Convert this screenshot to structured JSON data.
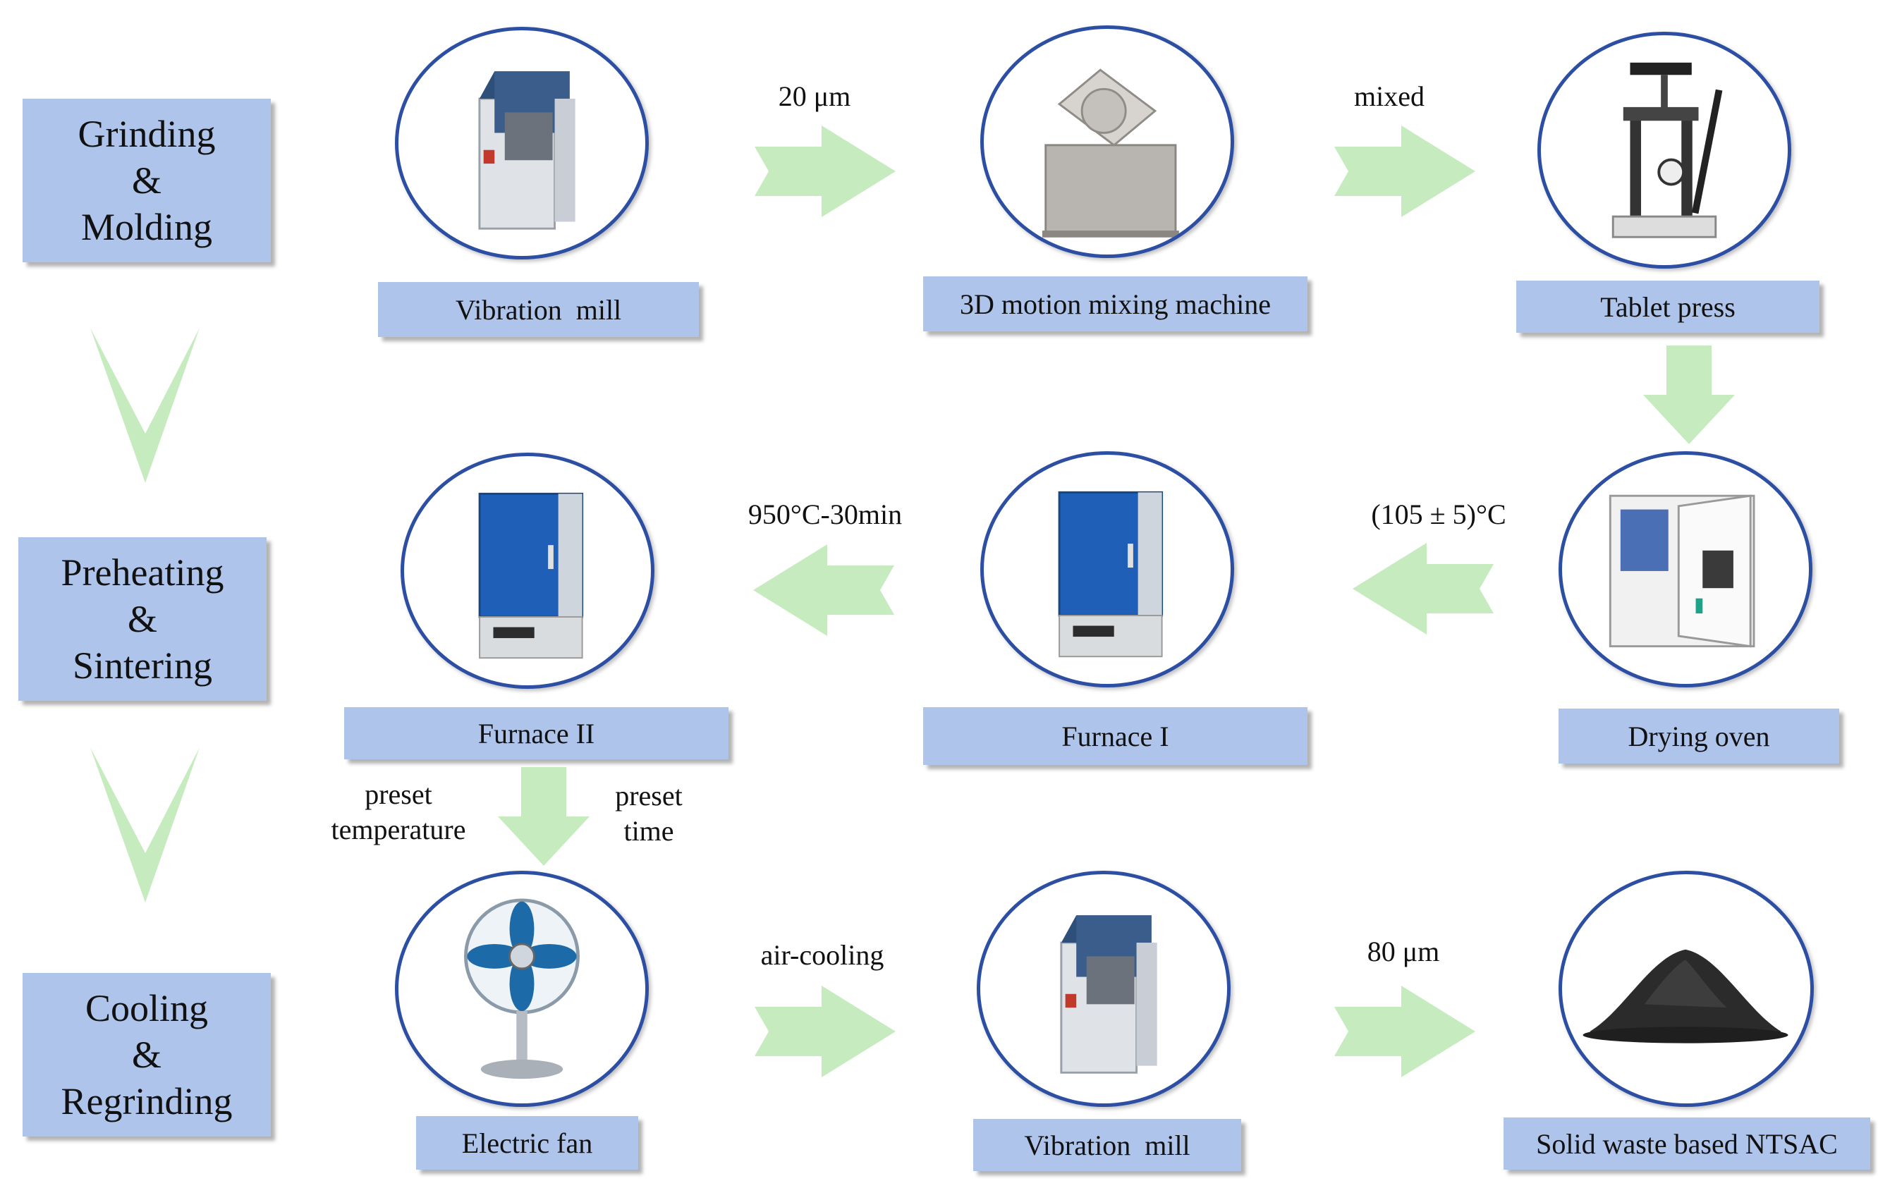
{
  "stages": [
    {
      "line1": "Grinding",
      "line2": "&",
      "line3": "Molding"
    },
    {
      "line1": "Preheating",
      "line2": "&",
      "line3": "Sintering"
    },
    {
      "line1": "Cooling",
      "line2": "&",
      "line3": "Regrinding"
    }
  ],
  "equipment": {
    "vibration_mill_1": "Vibration  mill",
    "mixer": "3D motion mixing machine",
    "tablet_press": "Tablet press",
    "drying_oven": "Drying oven",
    "furnace_1": "Furnace I",
    "furnace_2": "Furnace II",
    "electric_fan": "Electric fan",
    "vibration_mill_2": "Vibration  mill",
    "product": "Solid waste based NTSAC"
  },
  "conditions": {
    "mill_to_mixer": "20 μm",
    "mixer_to_press": "mixed",
    "oven_to_furnace1": "(105 ± 5)°C",
    "furnace1_to_furnace2": "950°C-30min",
    "preset_temperature_line1": "preset",
    "preset_temperature_line2": "temperature",
    "preset_time_line1": "preset",
    "preset_time_line2": "time",
    "fan_to_mill": "air-cooling",
    "mill_to_product": "80 μm"
  },
  "colors": {
    "box_fill": "#aec4ea",
    "circle_border": "#2d4fa3",
    "arrow_fill": "#c6ebbf"
  }
}
